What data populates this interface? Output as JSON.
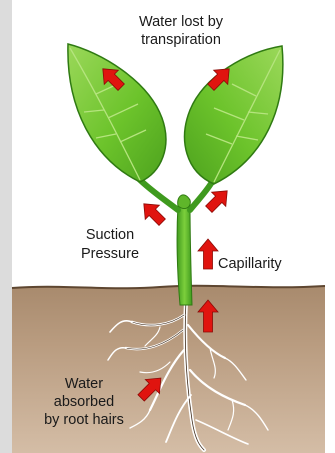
{
  "labels": {
    "transpiration_line1": "Water lost by",
    "transpiration_line2": "transpiration",
    "suction_line1": "Suction",
    "suction_line2": "Pressure",
    "capillarity": "Capillarity",
    "absorbed_line1": "Water",
    "absorbed_line2": "absorbed",
    "absorbed_line3": "by root hairs"
  },
  "colors": {
    "arrow": "#e0140f",
    "leaf": "#6cc32b",
    "leaf_light": "#a8e06a",
    "stem": "#4fae28",
    "soil": "#8b6a4c",
    "soil_light": "#c9ad93",
    "root": "#ffffff",
    "frame": "#c8c8c8"
  }
}
